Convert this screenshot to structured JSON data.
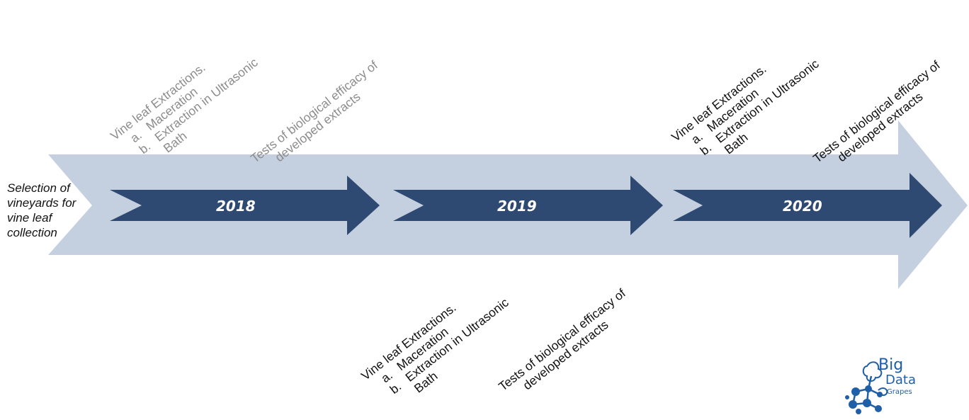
{
  "intro_label": [
    "Selection of",
    "vineyards for",
    "vine leaf",
    "collection"
  ],
  "years": [
    "2018",
    "2019",
    "2020"
  ],
  "extraction_block": {
    "title": "Vine leaf Extractions.",
    "items": [
      {
        "marker": "a.",
        "text": "Maceration"
      },
      {
        "marker": "b.",
        "text": "Extraction in Ultrasonic"
      }
    ],
    "continuation": "Bath"
  },
  "tests_block": [
    "Tests of biological efficacy of",
    "developed extracts"
  ],
  "logo": {
    "line1": "Big",
    "line2": "Data",
    "line3": "Grapes"
  },
  "colors": {
    "big_arrow": "#c4cfdf",
    "small_arrow": "#2e4a72",
    "grey_text": "#8c8c8c",
    "logo_blue": "#1f5fa8"
  }
}
